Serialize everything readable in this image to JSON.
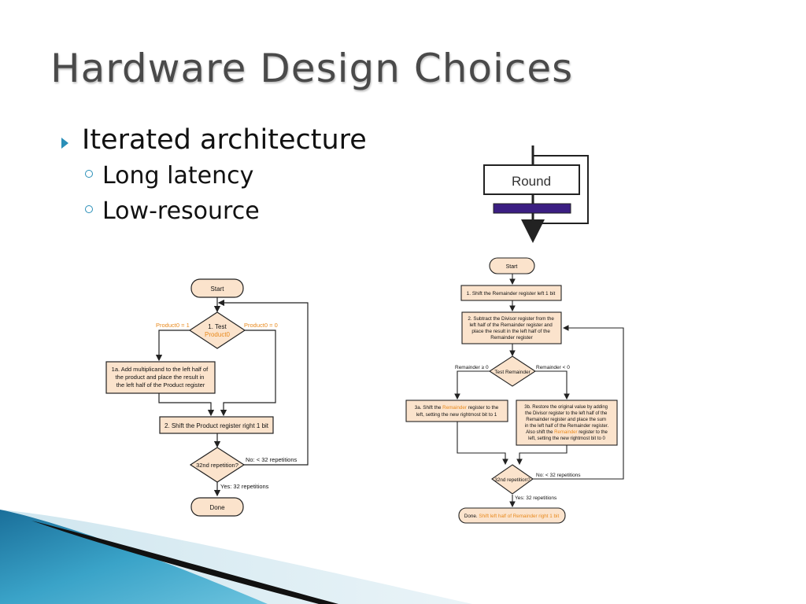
{
  "slide": {
    "title": "Hardware Design Choices",
    "bullet": "Iterated architecture",
    "sub_bullets": [
      "Long latency",
      "Low-resource"
    ]
  },
  "round_diagram": {
    "label": "Round",
    "bar_color": "#3b1e82"
  },
  "mult_flowchart": {
    "start": "Start",
    "test_line1": "1. Test",
    "test_line2": "Product0",
    "eq1": "Product0 = 1",
    "eq0": "Product0 = 0",
    "step1a": [
      "1a. Add multiplicand to the left half of",
      "the product and place the result in",
      "the left half of the Product register"
    ],
    "step2": "2. Shift the Product register right 1 bit",
    "repeat": "32nd repetition?",
    "no": "No:  < 32 repetitions",
    "yes": "Yes:  32 repetitions",
    "done": "Done"
  },
  "div_flowchart": {
    "start": "Start",
    "step1": "1. Shift the Remainder register left 1 bit",
    "step2": [
      "2. Subtract the Divisor register from the",
      "left half of the Remainder register and",
      "place the result in the left half of the",
      "Remainder register"
    ],
    "test": "Test Remainder",
    "ge": "Remainder ≥ 0",
    "lt": "Remainder < 0",
    "step3a_pre": "3a. Shift the",
    "step3a_hl": "Remainder",
    "step3a_post": "register to the",
    "step3a_line2": "left, setting the new rightmost bit to 1",
    "step3b": [
      "3b. Restore the original value by adding",
      "the Divisor register to the left half of the",
      "Remainder register and place the sum",
      "in the left half of the Remainder register."
    ],
    "step3b_l5_pre": "Also shift the",
    "step3b_l5_hl": "Remainder",
    "step3b_l5_post": "register to the",
    "step3b_l6": "left, setting the new rightmost bit to 0",
    "repeat": "32nd repetition?",
    "no": "No:  < 32 repetitions",
    "yes": "Yes:  32 repetitions",
    "done_pre": "Done.",
    "done_hl": "Shift left half of Remainder right 1 bit"
  },
  "colors": {
    "box_fill": "#fbe3cc",
    "accent": "#e8891c",
    "line": "#222222",
    "bullet_accent": "#2a8fb8"
  }
}
